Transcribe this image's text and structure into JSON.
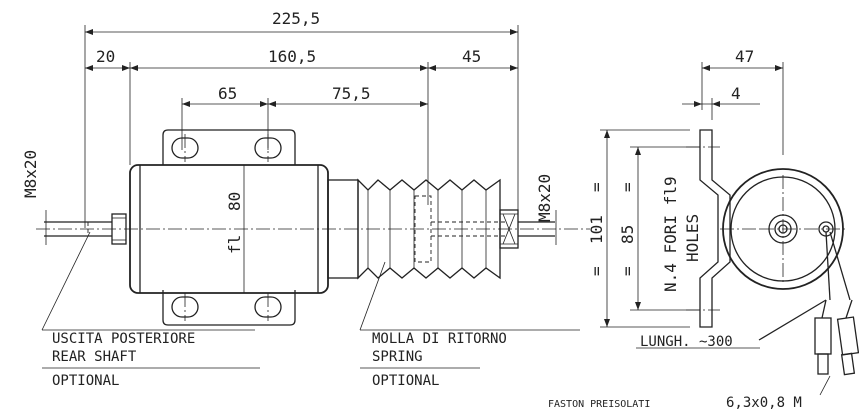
{
  "dimensions": {
    "overall_length": "225,5",
    "rear_shaft": "20",
    "body_length": "160,5",
    "front_length": "45",
    "hole_spacing": "65",
    "boot_length": "75,5",
    "body_diameter": "80",
    "body_diameter_symbol": "fl",
    "thread_left": "M8x20",
    "thread_right": "M8x20",
    "side_width": "47",
    "bracket_thickness": "4",
    "height_total": "101",
    "height_holes": "85",
    "equal_mark": "="
  },
  "labels": {
    "holes_line1": "N.4 FORI fl9",
    "holes_line2": "HOLES",
    "rear_shaft_it": "USCITA POSTERIORE",
    "rear_shaft_en": "REAR SHAFT",
    "rear_optional": "OPTIONAL",
    "spring_it": "MOLLA DI RITORNO",
    "spring_en": "SPRING",
    "spring_optional": "OPTIONAL",
    "cable_length": "LUNGH. ~300",
    "faston_prefix": "FASTON PREISOLATI",
    "faston_size": "6,3x0,8 M"
  }
}
